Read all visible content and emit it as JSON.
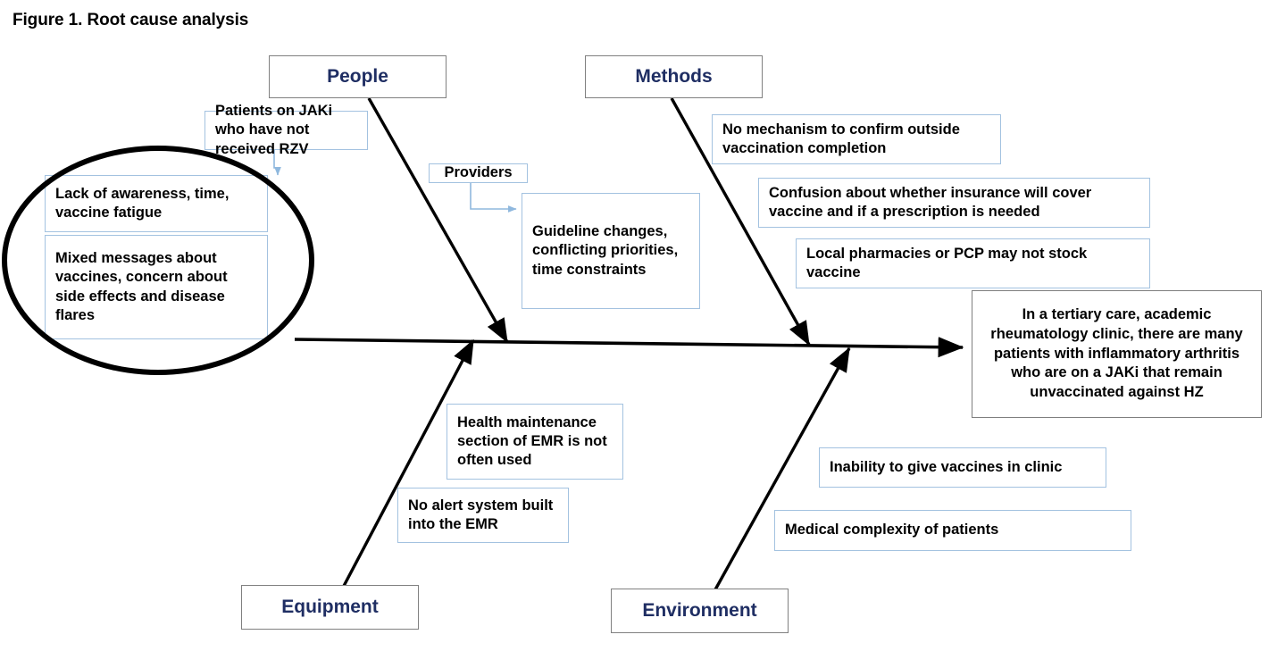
{
  "figure": {
    "title": "Figure 1. Root cause analysis",
    "type": "fishbone-ishikawa-diagram"
  },
  "colors": {
    "category_border": "#808080",
    "category_text": "#1F2E63",
    "cause_border": "#A3C2E0",
    "cause_text": "#000000",
    "effect_border": "#7F7F7F",
    "spine": "#000000",
    "highlight": "#000000",
    "connector": "#8FB8DE"
  },
  "categories": [
    {
      "id": "people",
      "label": "People",
      "position": "top-left"
    },
    {
      "id": "methods",
      "label": "Methods",
      "position": "top-right"
    },
    {
      "id": "equipment",
      "label": "Equipment",
      "position": "bottom-left"
    },
    {
      "id": "environment",
      "label": "Environment",
      "position": "bottom-right"
    }
  ],
  "sub_labels": [
    {
      "id": "patients",
      "label": "Patients on JAKi who have not received RZV",
      "parent": "people"
    },
    {
      "id": "providers",
      "label": "Providers",
      "parent": "people"
    }
  ],
  "causes": {
    "people_patients": [
      {
        "id": "cause-awareness",
        "text": "Lack of awareness, time, vaccine fatigue",
        "highlighted": true
      },
      {
        "id": "cause-mixed-messages",
        "text": "Mixed messages about vaccines, concern about side effects and disease flares",
        "highlighted": true
      }
    ],
    "people_providers": [
      {
        "id": "cause-guidelines",
        "text": "Guideline changes, conflicting priorities, time constraints",
        "highlighted": false
      }
    ],
    "methods": [
      {
        "id": "cause-no-mechanism",
        "text": "No mechanism to confirm outside vaccination completion",
        "highlighted": false
      },
      {
        "id": "cause-insurance-confusion",
        "text": "Confusion about whether insurance will cover vaccine and if a prescription is needed",
        "highlighted": false
      },
      {
        "id": "cause-stock",
        "text": "Local pharmacies or PCP may not stock vaccine",
        "highlighted": false
      }
    ],
    "equipment": [
      {
        "id": "cause-health-maintenance",
        "text": "Health maintenance section of EMR is not often used",
        "highlighted": false
      },
      {
        "id": "cause-no-alert",
        "text": "No alert system built into the EMR",
        "highlighted": false
      }
    ],
    "environment": [
      {
        "id": "cause-inability-vaccinate",
        "text": "Inability to give vaccines in clinic",
        "highlighted": false
      },
      {
        "id": "cause-medical-complexity",
        "text": "Medical complexity of patients",
        "highlighted": false
      }
    ]
  },
  "effect": {
    "id": "problem-statement",
    "text": "In a tertiary care, academic rheumatology clinic, there are many patients with inflammatory arthritis who are on a JAKi that remain unvaccinated against HZ"
  },
  "annotations": [
    {
      "id": "patient-factors-highlight",
      "shape": "ellipse",
      "stroke": "#000000",
      "encloses": [
        "cause-awareness",
        "cause-mixed-messages"
      ]
    }
  ]
}
